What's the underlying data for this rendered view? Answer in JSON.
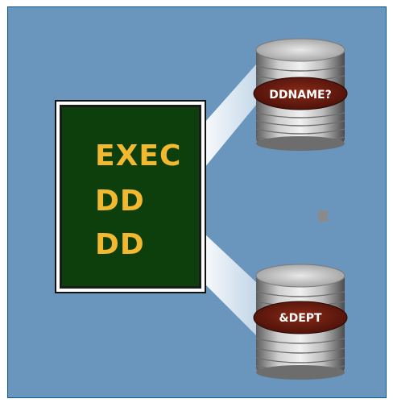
{
  "jcl_card": {
    "lines": [
      "EXEC",
      "DD",
      "DD"
    ]
  },
  "datasets": [
    {
      "label": "DDNAME?"
    },
    {
      "label": "&DEPT"
    }
  ],
  "colors": {
    "background": "#6a95bd",
    "card": "#0c3f0c",
    "text": "#f2b830",
    "disk_label": "#6a1a10"
  }
}
